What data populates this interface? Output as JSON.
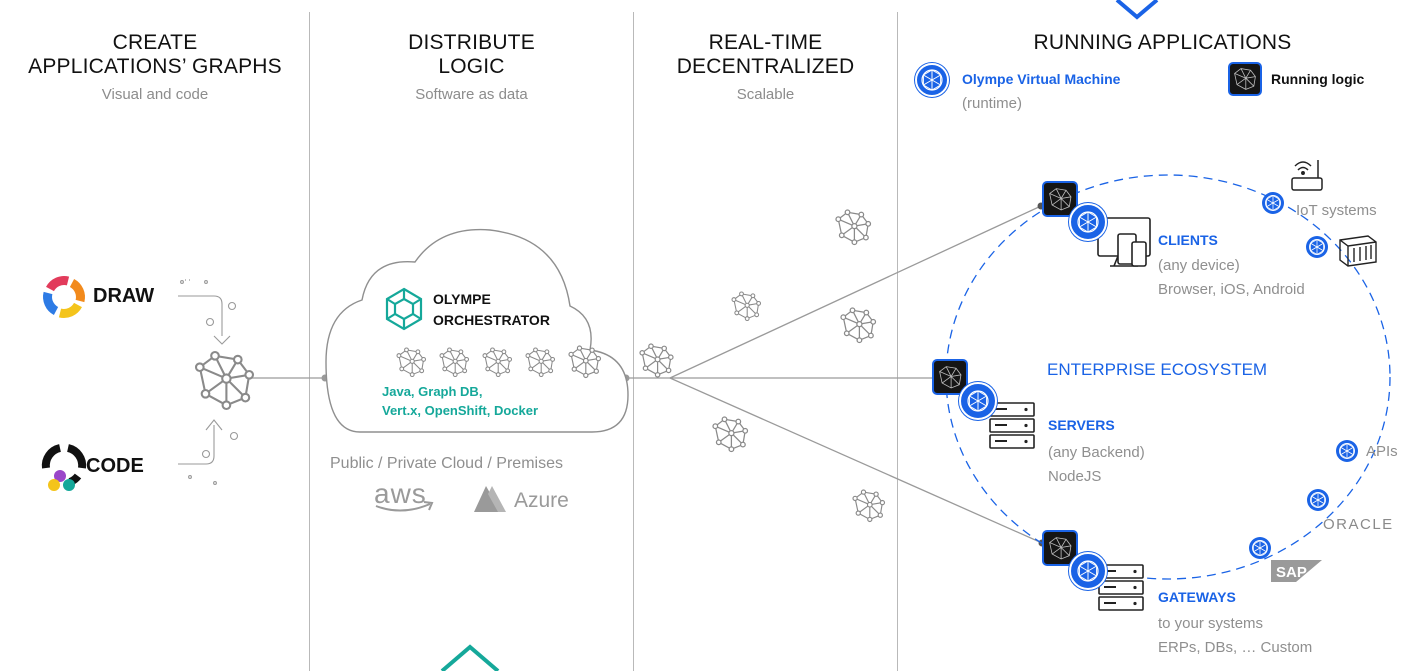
{
  "columns": {
    "create": {
      "title_line1": "CREATE",
      "title_line2": "APPLICATIONS’ GRAPHS",
      "subtitle": "Visual and code"
    },
    "distribute": {
      "title_line1": "DISTRIBUTE",
      "title_line2": "LOGIC",
      "subtitle": "Software as data"
    },
    "realtime": {
      "title_line1": "REAL-TIME",
      "title_line2": "DECENTRALIZED",
      "subtitle": "Scalable"
    },
    "running": {
      "title": "RUNNING APPLICATIONS"
    }
  },
  "legend": {
    "ovm_label": "Olympe Virtual Machine",
    "ovm_sub": "(runtime)",
    "running_logic_label": "Running logic"
  },
  "create": {
    "draw_label": "DRAW",
    "code_label": "CODE"
  },
  "orchestrator": {
    "title_line1": "OLYMPE",
    "title_line2": "ORCHESTRATOR",
    "tech_line1": "Java, Graph DB,",
    "tech_line2": "Vert.x, OpenShift, Docker"
  },
  "cloud": {
    "deploy_text": "Public / Private Cloud / Premises",
    "aws_label": "aws",
    "azure_label": "Azure"
  },
  "ecosystem": {
    "title": "ENTERPRISE ECOSYSTEM",
    "clients": {
      "title": "CLIENTS",
      "line1": "(any device)",
      "line2": "Browser, iOS, Android"
    },
    "servers": {
      "title": "SERVERS",
      "line1": "(any Backend)",
      "line2": "NodeJS"
    },
    "gateways": {
      "title": "GATEWAYS",
      "line1": "to your systems",
      "line2": "ERPs, DBs, … Custom"
    },
    "iot_label": "IoT systems",
    "apis_label": "APIs",
    "oracle_label": "ORACLE",
    "sap_label": "SAP"
  },
  "colors": {
    "accent_blue": "#1a63e6",
    "teal": "#15a89a",
    "divider": "#b9b9b9",
    "dark_tile": "#151515"
  },
  "icons": [
    "draw-logo-icon",
    "code-logo-icon",
    "graph-icon",
    "orchestrator-hex-icon",
    "olympe-vm-icon",
    "running-logic-icon",
    "monitor-devices-icon",
    "server-rack-icon",
    "router-icon",
    "container-icon",
    "aws-logo",
    "azure-logo"
  ]
}
